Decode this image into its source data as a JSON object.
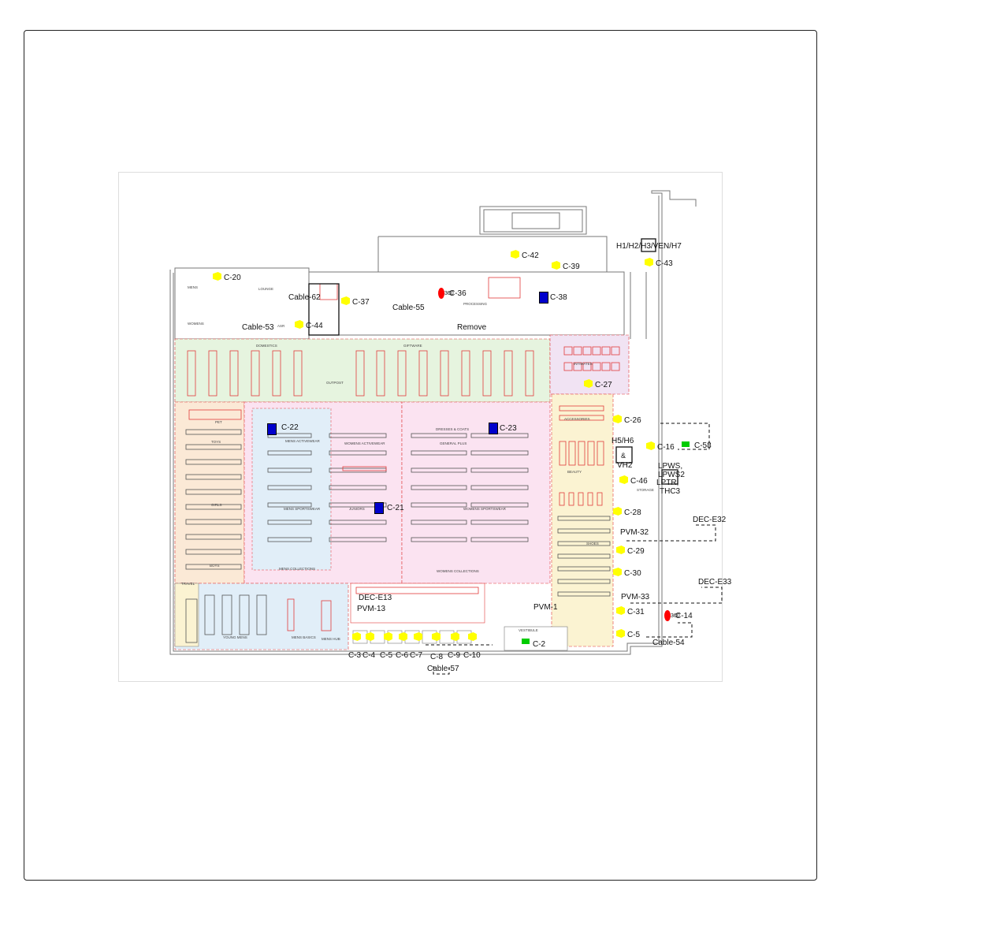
{
  "cameras": [
    {
      "label": "C-20",
      "kind": "yellow"
    },
    {
      "label": "C-42",
      "kind": "yellow"
    },
    {
      "label": "C-39",
      "kind": "yellow"
    },
    {
      "label": "C-43",
      "kind": "yellow"
    },
    {
      "label": "C-36",
      "kind": "red"
    },
    {
      "label": "C-38",
      "kind": "blue"
    },
    {
      "label": "C-37",
      "kind": "yellow"
    },
    {
      "label": "C-44",
      "kind": "yellow"
    },
    {
      "label": "C-27",
      "kind": "yellow"
    },
    {
      "label": "C-26",
      "kind": "yellow"
    },
    {
      "label": "C-22",
      "kind": "blue"
    },
    {
      "label": "C-23",
      "kind": "blue"
    },
    {
      "label": "C-16",
      "kind": "yellow"
    },
    {
      "label": "C-58",
      "kind": "green"
    },
    {
      "label": "C-46",
      "kind": "yellow"
    },
    {
      "label": "C-21",
      "kind": "blue"
    },
    {
      "label": "C-28",
      "kind": "yellow"
    },
    {
      "label": "C-29",
      "kind": "yellow"
    },
    {
      "label": "C-30",
      "kind": "yellow"
    },
    {
      "label": "C-31",
      "kind": "yellow"
    },
    {
      "label": "C-14",
      "kind": "red"
    },
    {
      "label": "C-2",
      "kind": "green"
    },
    {
      "label": "C-3",
      "kind": "yellow"
    },
    {
      "label": "C-4",
      "kind": "yellow"
    },
    {
      "label": "C-5",
      "kind": "yellow"
    },
    {
      "label": "C-6",
      "kind": "yellow"
    },
    {
      "label": "C-7",
      "kind": "yellow"
    },
    {
      "label": "C-8",
      "kind": "yellow"
    },
    {
      "label": "C-9",
      "kind": "yellow"
    },
    {
      "label": "C-10",
      "kind": "yellow"
    },
    {
      "label": "C-5",
      "kind": "yellow"
    }
  ],
  "cables": [
    "Cable-62",
    "Cable-53",
    "Cable-55",
    "Cable-54",
    "Cable-57"
  ],
  "devices": [
    "DEC-E13",
    "PVM-13",
    "PVM-1",
    "PVM-32",
    "PVM-33",
    "DEC-E32",
    "DEC-E33"
  ],
  "boxes": [
    "H1/H2/H3/VEN/H7",
    "H5/H6",
    "&",
    "VH2",
    "LPWS,",
    "LPWS2",
    "LPTR,",
    "THC3"
  ],
  "notes": {
    "remove": "Remove",
    "cam360": "360"
  },
  "rooms": [
    "MENS",
    "WOMENS",
    "LOUNGE",
    "ASR",
    "DOMESTICS",
    "GIFTWARE",
    "OUTPOST",
    "INTIMATES",
    "ACCESSORIES",
    "BEAUTY",
    "STORAGE",
    "SHOES",
    "MENS ACTIVEWEAR",
    "WOMENS ACTIVEWEAR",
    "GENERAL PLUS",
    "DRESSES & COATS",
    "JUNIORS",
    "MENS SPORTSWEAR",
    "WOMENS SPORTSWEAR",
    "MENS COLLECTIONS",
    "WOMENS COLLECTIONS",
    "TOYS",
    "GIRLS",
    "BOYS",
    "TRAVEL",
    "YOUNG MENS",
    "MENS BASICS",
    "MENS HUB",
    "PROCESSING",
    "VESTIBULE",
    "PET"
  ],
  "colors": {
    "camera_yellow": "#ffff00",
    "camera_blue": "#0000cc",
    "camera_red": "#ff0000",
    "camera_green": "#00cc00",
    "fixture_red": "#e23b3b",
    "zone_pink": "#fbe3f1",
    "zone_green": "#e6f4df",
    "zone_orange": "#fbe9d6",
    "zone_blue": "#e1eef8",
    "zone_yellow": "#fbf3d2",
    "zone_lilac": "#f1e3f3"
  }
}
